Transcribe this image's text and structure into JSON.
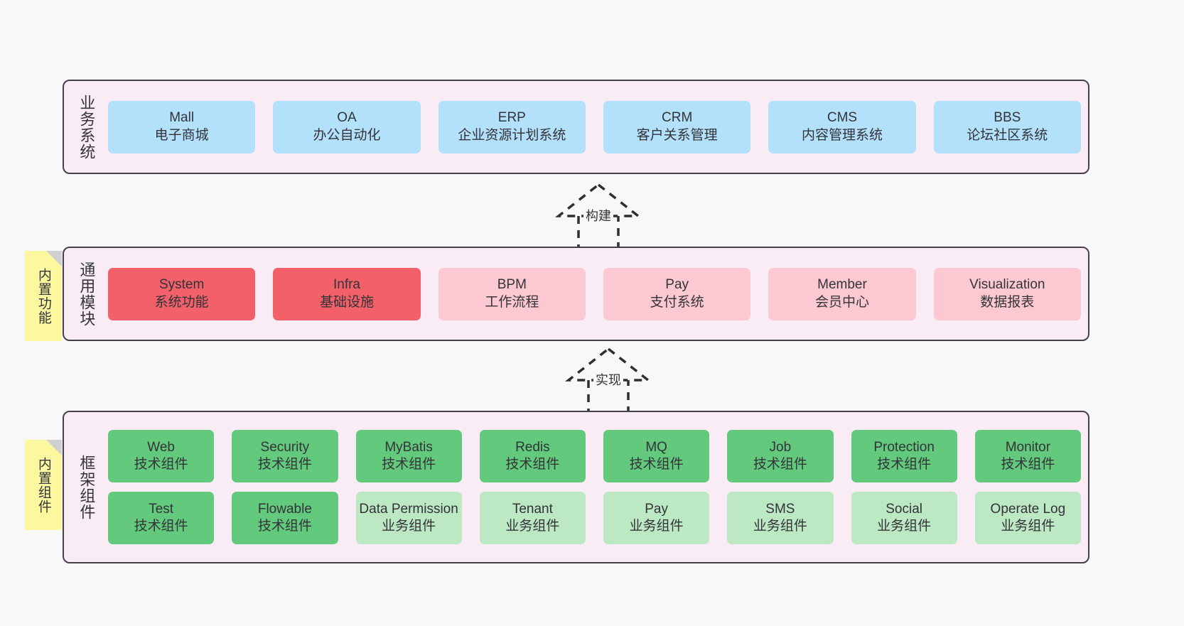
{
  "diagram": {
    "background_color": "#f8f8f8",
    "layer_fill": "#f9ecf5",
    "layer_border": "#45404b",
    "note_color": "#fbf8a0"
  },
  "layers": [
    {
      "id": "business",
      "title": "业务系统",
      "rows": [
        {
          "cells": [
            {
              "name": "Mall",
              "sub": "电子商城",
              "color": "#b3e0fb",
              "style": "c-blue"
            },
            {
              "name": "OA",
              "sub": "办公自动化",
              "color": "#b3e0fb",
              "style": "c-blue"
            },
            {
              "name": "ERP",
              "sub": "企业资源计划系统",
              "color": "#b3e0fb",
              "style": "c-blue"
            },
            {
              "name": "CRM",
              "sub": "客户关系管理",
              "color": "#b3e0fb",
              "style": "c-blue"
            },
            {
              "name": "CMS",
              "sub": "内容管理系统",
              "color": "#b3e0fb",
              "style": "c-blue"
            },
            {
              "name": "BBS",
              "sub": "论坛社区系统",
              "color": "#b3e0fb",
              "style": "c-blue"
            }
          ]
        }
      ]
    },
    {
      "id": "modules",
      "title": "通用模块",
      "note": "内置功能",
      "rows": [
        {
          "cells": [
            {
              "name": "System",
              "sub": "系统功能",
              "color": "#f2606a",
              "style": "c-red"
            },
            {
              "name": "Infra",
              "sub": "基础设施",
              "color": "#f2606a",
              "style": "c-red"
            },
            {
              "name": "BPM",
              "sub": "工作流程",
              "color": "#fcc9d3",
              "style": "c-pink"
            },
            {
              "name": "Pay",
              "sub": "支付系统",
              "color": "#fcc9d3",
              "style": "c-pink"
            },
            {
              "name": "Member",
              "sub": "会员中心",
              "color": "#fcc9d3",
              "style": "c-pink"
            },
            {
              "name": "Visualization",
              "sub": "数据报表",
              "color": "#fcc9d3",
              "style": "c-pink"
            }
          ]
        }
      ]
    },
    {
      "id": "framework",
      "title": "框架组件",
      "note": "内置组件",
      "rows": [
        {
          "cells": [
            {
              "name": "Web",
              "sub": "技术组件",
              "color": "#62c97d",
              "style": "c-green"
            },
            {
              "name": "Security",
              "sub": "技术组件",
              "color": "#62c97d",
              "style": "c-green"
            },
            {
              "name": "MyBatis",
              "sub": "技术组件",
              "color": "#62c97d",
              "style": "c-green"
            },
            {
              "name": "Redis",
              "sub": "技术组件",
              "color": "#62c97d",
              "style": "c-green"
            },
            {
              "name": "MQ",
              "sub": "技术组件",
              "color": "#62c97d",
              "style": "c-green"
            },
            {
              "name": "Job",
              "sub": "技术组件",
              "color": "#62c97d",
              "style": "c-green"
            },
            {
              "name": "Protection",
              "sub": "技术组件",
              "color": "#62c97d",
              "style": "c-green"
            },
            {
              "name": "Monitor",
              "sub": "技术组件",
              "color": "#62c97d",
              "style": "c-green"
            }
          ]
        },
        {
          "cells": [
            {
              "name": "Test",
              "sub": "技术组件",
              "color": "#62c97d",
              "style": "c-green"
            },
            {
              "name": "Flowable",
              "sub": "技术组件",
              "color": "#62c97d",
              "style": "c-green"
            },
            {
              "name": "Data Permission",
              "sub": "业务组件",
              "color": "#bce8c4",
              "style": "c-green-light wrap"
            },
            {
              "name": "Tenant",
              "sub": "业务组件",
              "color": "#bce8c4",
              "style": "c-green-light"
            },
            {
              "name": "Pay",
              "sub": "业务组件",
              "color": "#bce8c4",
              "style": "c-green-light"
            },
            {
              "name": "SMS",
              "sub": "业务组件",
              "color": "#bce8c4",
              "style": "c-green-light"
            },
            {
              "name": "Social",
              "sub": "业务组件",
              "color": "#bce8c4",
              "style": "c-green-light"
            },
            {
              "name": "Operate Log",
              "sub": "业务组件",
              "color": "#bce8c4",
              "style": "c-green-light"
            }
          ]
        }
      ]
    }
  ],
  "connectors": [
    {
      "id": "build",
      "label": "构建",
      "type": "dashed-generalization-up"
    },
    {
      "id": "realize",
      "label": "实现",
      "type": "dashed-generalization-up"
    }
  ]
}
